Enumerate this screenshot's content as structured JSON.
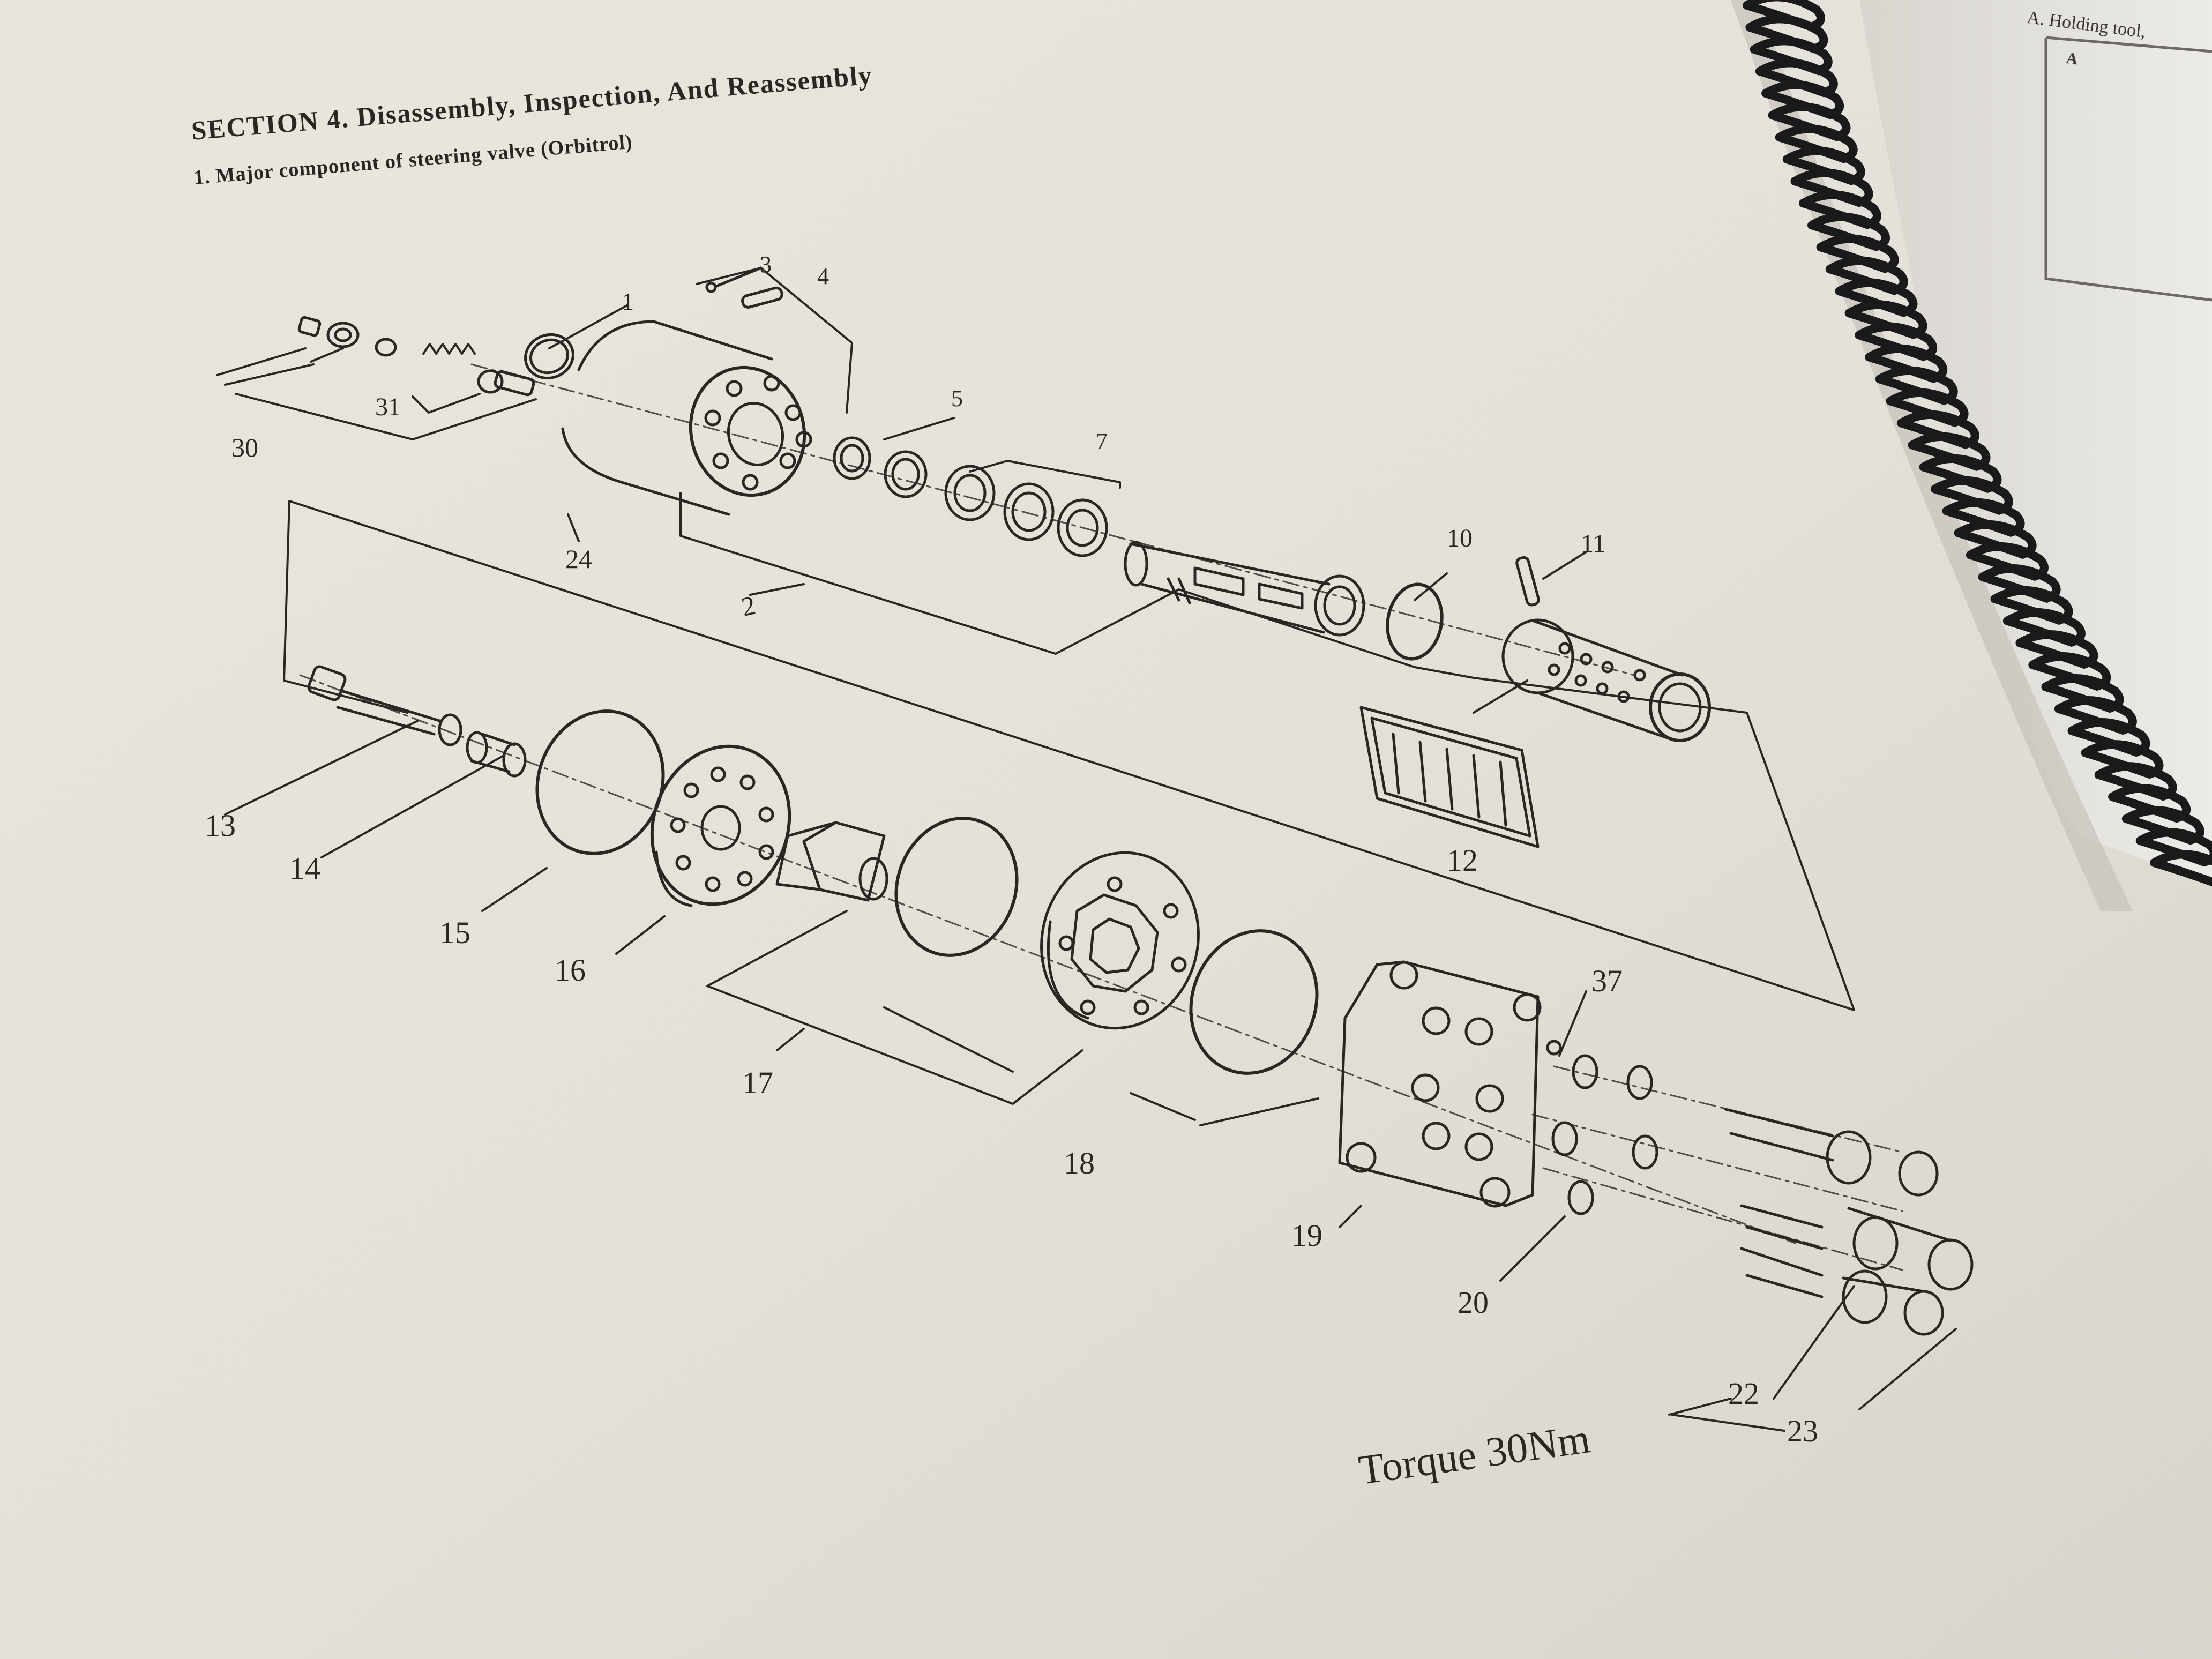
{
  "document": {
    "section_title": "SECTION 4. Disassembly, Inspection, And Reassembly",
    "subsection_title": "1. Major component of steering valve (Orbitrol)",
    "torque_note": "Torque 30Nm"
  },
  "next_page": {
    "header_text": "A. Holding tool,",
    "label": "A"
  },
  "callouts": [
    {
      "id": "callout-1",
      "text": "1"
    },
    {
      "id": "callout-2",
      "text": "2"
    },
    {
      "id": "callout-3",
      "text": "3"
    },
    {
      "id": "callout-4",
      "text": "4"
    },
    {
      "id": "callout-5",
      "text": "5"
    },
    {
      "id": "callout-7",
      "text": "7"
    },
    {
      "id": "callout-10",
      "text": "10"
    },
    {
      "id": "callout-11",
      "text": "11"
    },
    {
      "id": "callout-12",
      "text": "12"
    },
    {
      "id": "callout-13",
      "text": "13"
    },
    {
      "id": "callout-14",
      "text": "14"
    },
    {
      "id": "callout-15",
      "text": "15"
    },
    {
      "id": "callout-16",
      "text": "16"
    },
    {
      "id": "callout-17",
      "text": "17"
    },
    {
      "id": "callout-18",
      "text": "18"
    },
    {
      "id": "callout-19",
      "text": "19"
    },
    {
      "id": "callout-20",
      "text": "20"
    },
    {
      "id": "callout-22",
      "text": "22"
    },
    {
      "id": "callout-23",
      "text": "23"
    },
    {
      "id": "callout-24",
      "text": "24"
    },
    {
      "id": "callout-30",
      "text": "30"
    },
    {
      "id": "callout-31",
      "text": "31"
    },
    {
      "id": "callout-37",
      "text": "37"
    }
  ]
}
